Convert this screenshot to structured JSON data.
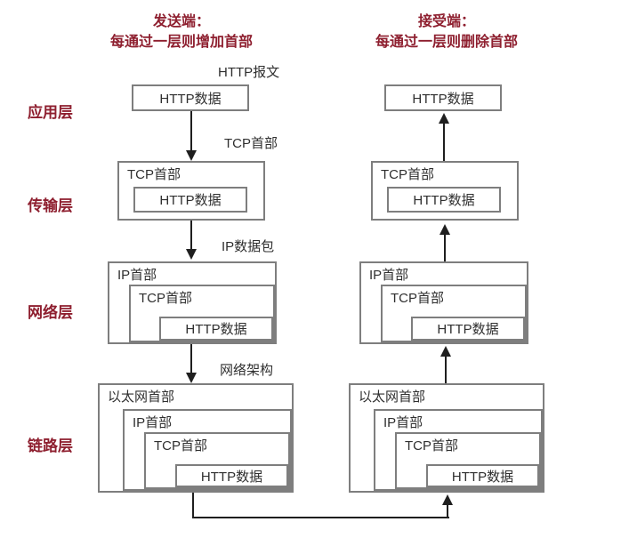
{
  "headers": {
    "sender": {
      "line1": "发送端：",
      "line2": "每通过一层则增加首部"
    },
    "receiver": {
      "line1": "接受端：",
      "line2": "每通过一层则删除首部"
    }
  },
  "layer_labels": {
    "application": "应用层",
    "transport": "传输层",
    "network": "网络层",
    "link": "链路层"
  },
  "arrow_labels": {
    "http_message": "HTTP报文",
    "tcp_header": "TCP首部",
    "ip_packet": "IP数据包",
    "network_frame": "网络架构"
  },
  "box_labels": {
    "http_data": "HTTP数据",
    "tcp_header": "TCP首部",
    "ip_header": "IP首部",
    "ethernet_header": "以太网首部"
  },
  "colors": {
    "accent": "#8e1f2f",
    "line": "#1f1f1f",
    "box_border": "#7e7e7e",
    "text": "#2f2f2f",
    "background": "#ffffff"
  }
}
